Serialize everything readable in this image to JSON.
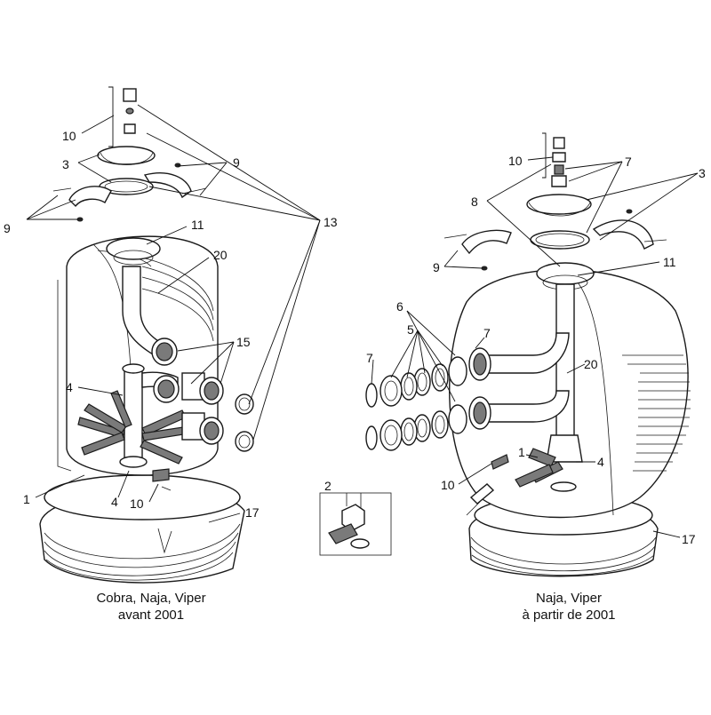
{
  "left_diagram": {
    "caption_line1": "Cobra, Naja, Viper",
    "caption_line2": "avant 2001",
    "labels": [
      "10",
      "3",
      "9",
      "9",
      "11",
      "20",
      "13",
      "15",
      "4",
      "1",
      "4",
      "10",
      "17"
    ]
  },
  "right_diagram": {
    "caption_line1": "Naja, Viper",
    "caption_line2": "à partir de 2001",
    "labels": [
      "10",
      "7",
      "3",
      "8",
      "9",
      "11",
      "6",
      "5",
      "7",
      "7",
      "20",
      "1",
      "4",
      "10",
      "17"
    ]
  },
  "inset": {
    "labels": [
      "2"
    ]
  },
  "colors": {
    "line": "#1a1a1a",
    "fill_dark": "#7a7a7a",
    "background": "#ffffff"
  }
}
